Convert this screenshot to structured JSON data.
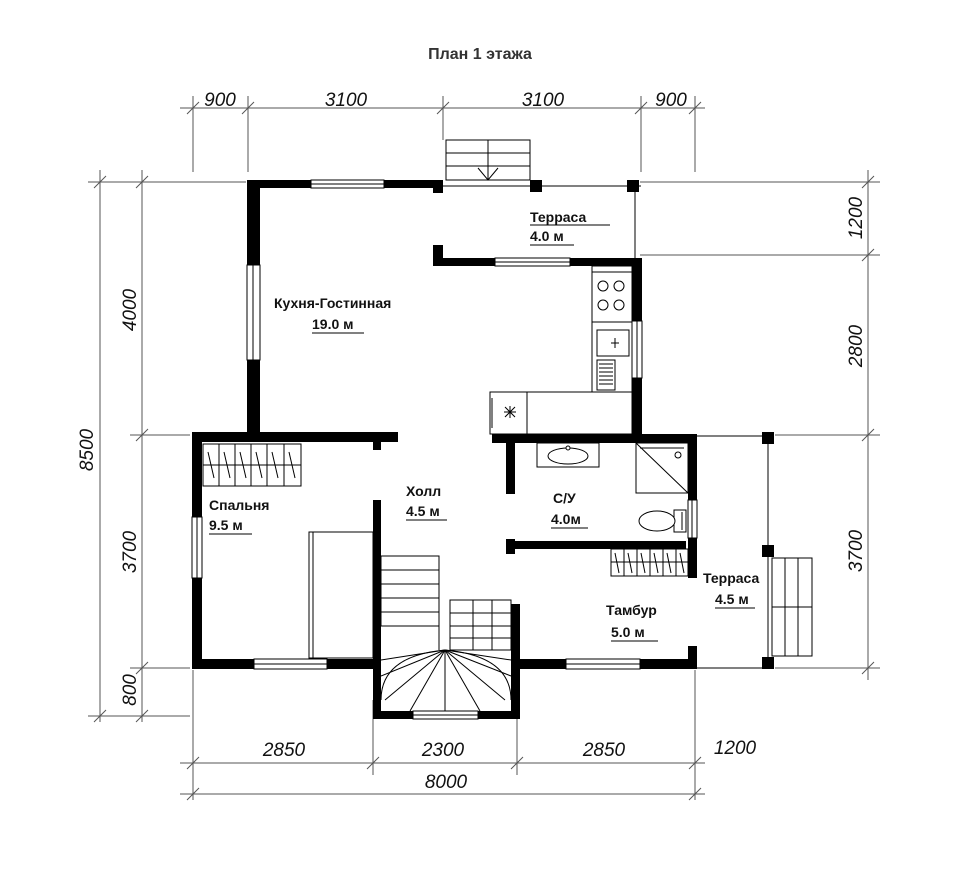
{
  "title": "План 1 этажа",
  "dimensions": {
    "top": [
      "900",
      "3100",
      "3100",
      "900"
    ],
    "bottom": [
      "2850",
      "2300",
      "2850",
      "1200"
    ],
    "total": "8000",
    "left": [
      "4000",
      "3700",
      "800"
    ],
    "left_total": "8500",
    "right": [
      "1200",
      "2800",
      "3700"
    ]
  },
  "rooms": [
    {
      "name": "Кухня-Гостинная",
      "area": "19.0 м"
    },
    {
      "name": "Терраса",
      "area": "4.0 м"
    },
    {
      "name": "Холл",
      "area": "4.5 м"
    },
    {
      "name": "Спальня",
      "area": "9.5 м"
    },
    {
      "name": "С/У",
      "area": "4.0м"
    },
    {
      "name": "Тамбур",
      "area": "5.0 м"
    },
    {
      "name": "Терраса",
      "area": "4.5 м"
    }
  ]
}
